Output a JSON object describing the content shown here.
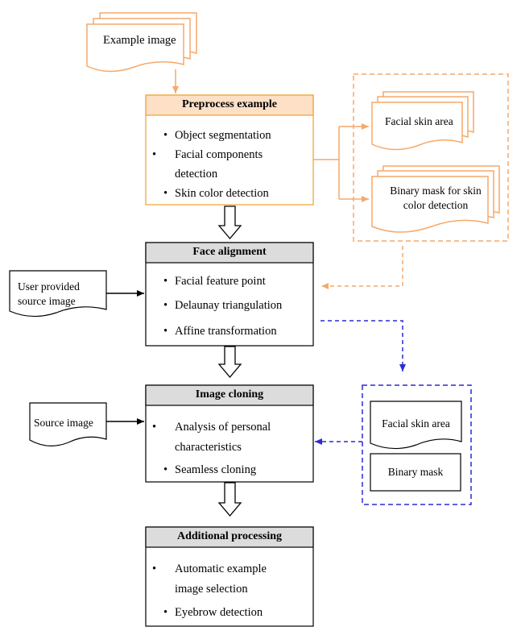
{
  "colors": {
    "orange": "#f5a96b",
    "orange_header": "#fde0c6",
    "gray_header": "#dcdcdc",
    "blue": "#2a2ad6",
    "black": "#000000"
  },
  "example_image": {
    "label": "Example image"
  },
  "preprocess": {
    "title": "Preprocess example",
    "items": [
      "Object segmentation",
      "Facial components detection",
      "Skin color detection"
    ]
  },
  "preprocess_outputs": {
    "facial_skin": "Facial skin area",
    "binary_mask": "Binary mask for skin color detection"
  },
  "face_alignment": {
    "title": "Face alignment",
    "items": [
      "Facial feature point",
      "Delaunay triangulation",
      "Affine transformation"
    ]
  },
  "user_source": {
    "label": "User provided source image"
  },
  "image_cloning": {
    "title": "Image cloning",
    "items": [
      "Analysis of personal characteristics",
      "Seamless cloning"
    ]
  },
  "source_image": {
    "label": "Source image"
  },
  "aligned_outputs": {
    "facial_skin": "Facial skin area",
    "binary_mask": "Binary mask"
  },
  "additional": {
    "title": "Additional processing",
    "items": [
      "Automatic example image selection",
      "Eyebrow detection"
    ]
  }
}
